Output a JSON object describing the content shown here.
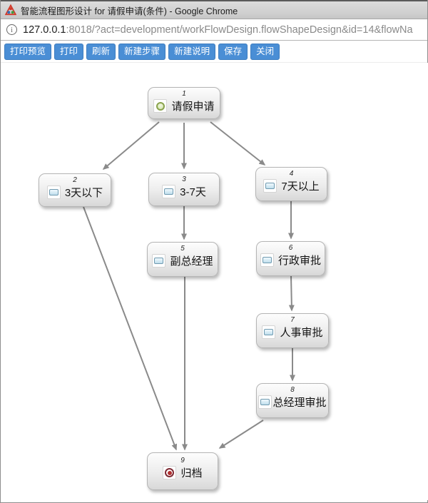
{
  "window": {
    "title": "智能流程图形设计 for 请假申请(条件) - Google Chrome"
  },
  "address_bar": {
    "url_host": "127.0.0.1",
    "url_rest": ":8018/?act=development/workFlowDesign.flowShapeDesign&id=14&flowNa"
  },
  "toolbar": {
    "buttons": [
      "打印预览",
      "打印",
      "刷新",
      "新建步骤",
      "新建说明",
      "保存",
      "关闭"
    ]
  },
  "canvas": {
    "nodes": [
      {
        "number": "1",
        "label": "请假申请",
        "icon": "start-node-icon"
      },
      {
        "number": "2",
        "label": "3天以下",
        "icon": "task-node-icon"
      },
      {
        "number": "3",
        "label": "3-7天",
        "icon": "task-node-icon"
      },
      {
        "number": "4",
        "label": "7天以上",
        "icon": "task-node-icon"
      },
      {
        "number": "5",
        "label": "副总经理",
        "icon": "task-node-icon"
      },
      {
        "number": "6",
        "label": "行政审批",
        "icon": "task-node-icon"
      },
      {
        "number": "7",
        "label": "人事审批",
        "icon": "task-node-icon"
      },
      {
        "number": "8",
        "label": "总经理审批",
        "icon": "task-node-icon"
      },
      {
        "number": "9",
        "label": "归档",
        "icon": "end-node-icon"
      }
    ],
    "connections": [
      {
        "from": "1",
        "to": "2"
      },
      {
        "from": "1",
        "to": "3"
      },
      {
        "from": "1",
        "to": "4"
      },
      {
        "from": "3",
        "to": "5"
      },
      {
        "from": "4",
        "to": "6"
      },
      {
        "from": "6",
        "to": "7"
      },
      {
        "from": "7",
        "to": "8"
      },
      {
        "from": "2",
        "to": "9"
      },
      {
        "from": "5",
        "to": "9"
      },
      {
        "from": "8",
        "to": "9"
      }
    ]
  },
  "colors": {
    "toolbar_button_blue": "#4a8ed5",
    "arrow_gray": "#8a8a8a",
    "start_icon_green": "#8aa34e",
    "end_icon_red": "#b03030",
    "task_icon_blue": "#bfdeed"
  },
  "icons": [
    "app-logo-icon",
    "info-icon",
    "start-node-icon",
    "task-node-icon",
    "end-node-icon"
  ]
}
